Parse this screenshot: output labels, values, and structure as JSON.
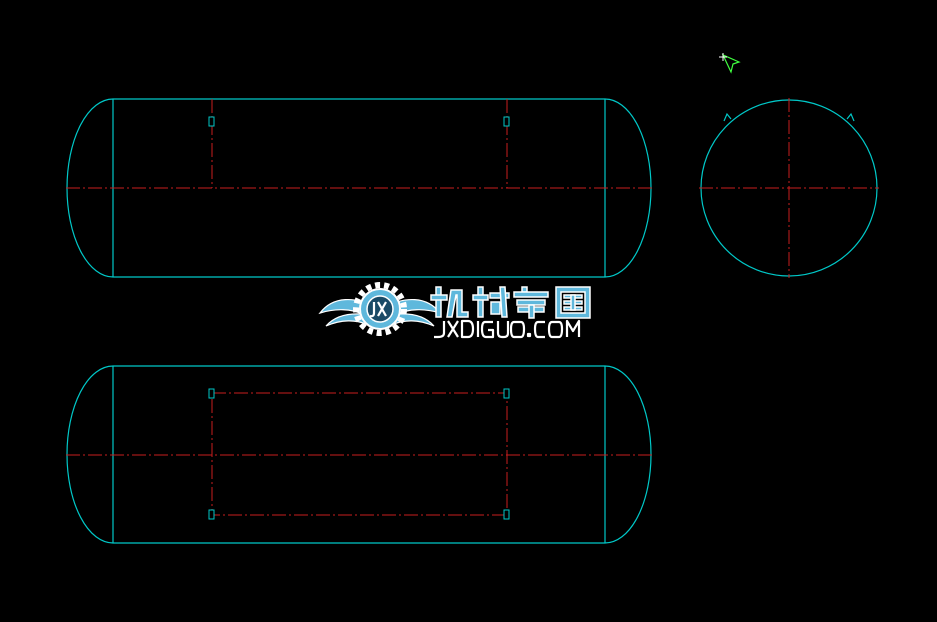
{
  "app": {
    "background_color": "#000000"
  },
  "colors": {
    "outline": "#00c8c8",
    "centerline": "#c81e1e",
    "cursor": "#40ff40",
    "watermark_primary": "#5fb8dc",
    "watermark_secondary": "#ffffff"
  },
  "drawing": {
    "views": [
      "front-view",
      "top-view",
      "side-view"
    ]
  },
  "watermark": {
    "brand_name": "机械帝国",
    "url": "JXDIGUO.COM",
    "emblem_letters": "JX",
    "icon": "winged-gear-icon"
  },
  "cursor": {
    "icon": "crosshair-cursor-icon"
  }
}
